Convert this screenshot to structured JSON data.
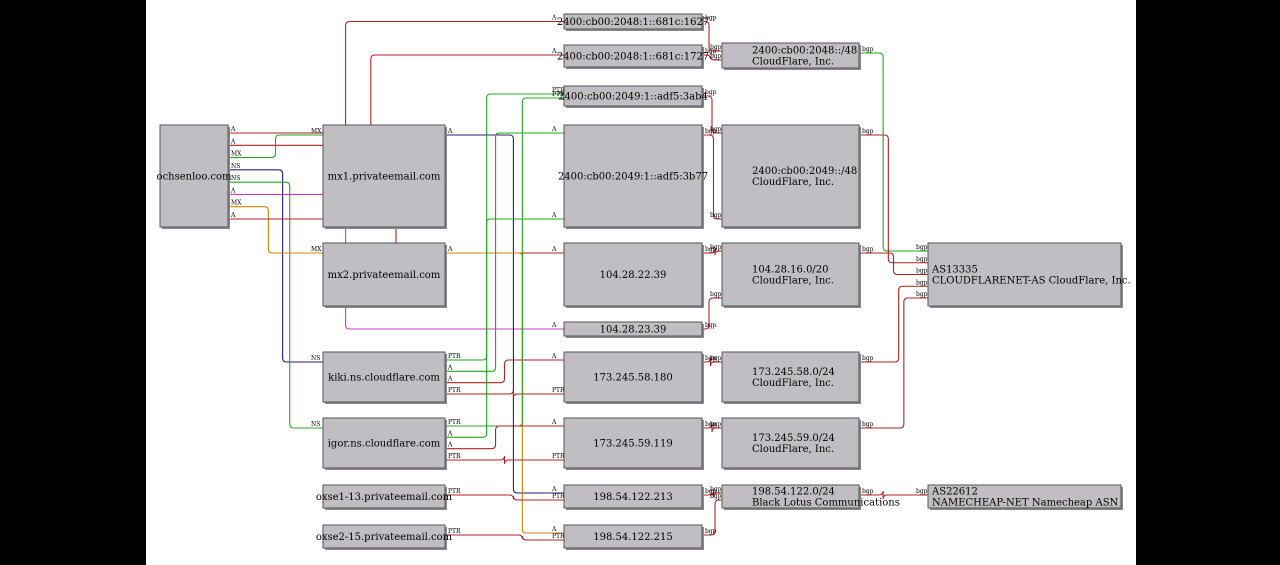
{
  "diagram": {
    "nodes": {
      "ochsenloo": {
        "lines": [
          "ochsenloo.com"
        ]
      },
      "mx1": {
        "lines": [
          "mx1.privateemail.com"
        ]
      },
      "mx2": {
        "lines": [
          "mx2.privateemail.com"
        ]
      },
      "kiki": {
        "lines": [
          "kiki.ns.cloudflare.com"
        ]
      },
      "igor": {
        "lines": [
          "igor.ns.cloudflare.com"
        ]
      },
      "oxse1": {
        "lines": [
          "oxse1-13.privateemail.com"
        ]
      },
      "oxse2": {
        "lines": [
          "oxse2-15.privateemail.com"
        ]
      },
      "ip1627": {
        "lines": [
          "2400:cb00:2048:1::681c:1627"
        ]
      },
      "ip1727": {
        "lines": [
          "2400:cb00:2048:1::681c:1727"
        ]
      },
      "ip3ab4": {
        "lines": [
          "2400:cb00:2049:1::adf5:3ab4"
        ]
      },
      "ip3b77": {
        "lines": [
          "2400:cb00:2049:1::adf5:3b77"
        ]
      },
      "ip2239": {
        "lines": [
          "104.28.22.39"
        ]
      },
      "ip2339": {
        "lines": [
          "104.28.23.39"
        ]
      },
      "ip58180": {
        "lines": [
          "173.245.58.180"
        ]
      },
      "ip59119": {
        "lines": [
          "173.245.59.119"
        ]
      },
      "ip213": {
        "lines": [
          "198.54.122.213"
        ]
      },
      "ip215": {
        "lines": [
          "198.54.122.215"
        ]
      },
      "net2048": {
        "lines": [
          "2400:cb00:2048::/48",
          "CloudFlare, Inc."
        ]
      },
      "net2049": {
        "lines": [
          "2400:cb00:2049::/48",
          "CloudFlare, Inc."
        ]
      },
      "net10428": {
        "lines": [
          "104.28.16.0/20",
          "CloudFlare, Inc."
        ]
      },
      "net58": {
        "lines": [
          "173.245.58.0/24",
          "CloudFlare, Inc."
        ]
      },
      "net59": {
        "lines": [
          "173.245.59.0/24",
          "CloudFlare, Inc."
        ]
      },
      "net198": {
        "lines": [
          "198.54.122.0/24",
          "Black Lotus Communications"
        ]
      },
      "as13335": {
        "lines": [
          "AS13335",
          "CLOUDFLARENET-AS CloudFlare, Inc."
        ]
      },
      "as22612": {
        "lines": [
          "AS22612",
          "NAMECHEAP-NET Namecheap ASN"
        ]
      }
    },
    "edges": [
      {
        "from": "ochsenloo",
        "to": "ip1627",
        "label": "A",
        "color": "#b22222"
      },
      {
        "from": "ochsenloo",
        "to": "ip1727",
        "label": "A",
        "color": "#b22222"
      },
      {
        "from": "ochsenloo",
        "to": "mx1",
        "label": "MX",
        "color": "#22a822"
      },
      {
        "from": "ochsenloo",
        "to": "kiki",
        "label": "NS",
        "color": "#22227a"
      },
      {
        "from": "ochsenloo",
        "to": "igor",
        "label": "NS",
        "color": "#22a822"
      },
      {
        "from": "ochsenloo",
        "to": "ip2339",
        "label": "A",
        "color": "#c040c0"
      },
      {
        "from": "ochsenloo",
        "to": "mx2",
        "label": "MX",
        "color": "#cc8800"
      },
      {
        "from": "ochsenloo",
        "to": "ip2239",
        "label": "A",
        "color": "#b22222"
      },
      {
        "from": "mx1",
        "to": "ip213",
        "label": "A",
        "color": "#22227a"
      },
      {
        "from": "mx2",
        "to": "ip215",
        "label": "A",
        "color": "#cc8800"
      },
      {
        "from": "kiki",
        "to": "ip3ab4",
        "label": "PTR",
        "color": "#22a822"
      },
      {
        "from": "kiki",
        "to": "ip3b77",
        "label": "A",
        "color": "#22a822"
      },
      {
        "from": "kiki",
        "to": "ip58180",
        "label": "A",
        "color": "#b22222"
      },
      {
        "from": "kiki",
        "to": "ip58180",
        "label": "PTR",
        "color": "#b22222"
      },
      {
        "from": "igor",
        "to": "ip3ab4",
        "label": "PTR",
        "color": "#22a822"
      },
      {
        "from": "igor",
        "to": "ip3b77",
        "label": "A",
        "color": "#22a822"
      },
      {
        "from": "igor",
        "to": "ip59119",
        "label": "A",
        "color": "#b22222"
      },
      {
        "from": "igor",
        "to": "ip59119",
        "label": "PTR",
        "color": "#b22222"
      },
      {
        "from": "oxse1",
        "to": "ip213",
        "label": "PTR",
        "color": "#b22222"
      },
      {
        "from": "oxse2",
        "to": "ip215",
        "label": "PTR",
        "color": "#b22222"
      },
      {
        "from": "ip1627",
        "to": "net2048",
        "label": "bgp",
        "color": "#b22222"
      },
      {
        "from": "ip1727",
        "to": "net2048",
        "label": "bgp",
        "color": "#b22222"
      },
      {
        "from": "ip3ab4",
        "to": "net2049",
        "label": "bgp",
        "color": "#b22222"
      },
      {
        "from": "ip3b77",
        "to": "net2049",
        "label": "bgp",
        "color": "#b22222"
      },
      {
        "from": "ip2239",
        "to": "net10428",
        "label": "bgp",
        "color": "#b22222"
      },
      {
        "from": "ip2339",
        "to": "net10428",
        "label": "bgp",
        "color": "#b22222"
      },
      {
        "from": "ip58180",
        "to": "net58",
        "label": "bgp",
        "color": "#b22222"
      },
      {
        "from": "ip59119",
        "to": "net59",
        "label": "bgp",
        "color": "#b22222"
      },
      {
        "from": "ip213",
        "to": "net198",
        "label": "bgp",
        "color": "#b22222"
      },
      {
        "from": "ip215",
        "to": "net198",
        "label": "bgp",
        "color": "#b22222"
      },
      {
        "from": "net2048",
        "to": "as13335",
        "label": "bgp",
        "color": "#22a822"
      },
      {
        "from": "net2049",
        "to": "as13335",
        "label": "bgp",
        "color": "#b22222"
      },
      {
        "from": "net10428",
        "to": "as13335",
        "label": "bgp",
        "color": "#b22222"
      },
      {
        "from": "net58",
        "to": "as13335",
        "label": "bgp",
        "color": "#b22222"
      },
      {
        "from": "net59",
        "to": "as13335",
        "label": "bgp",
        "color": "#b22222"
      },
      {
        "from": "net198",
        "to": "as22612",
        "label": "bgp",
        "color": "#b22222"
      }
    ]
  }
}
